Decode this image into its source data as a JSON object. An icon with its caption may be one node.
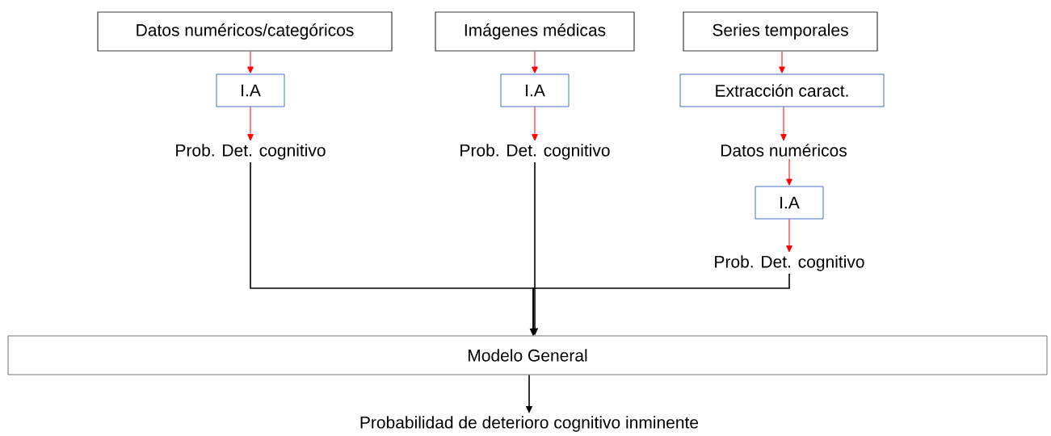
{
  "diagram": {
    "nodes": [
      {
        "text": [
          "Datos numéricos/categóricos"
        ]
      },
      {
        "text": [
          "I.A"
        ]
      },
      {
        "text": [
          "Prob. Det. cognitivo"
        ]
      },
      {
        "text": [
          "Imágenes médicas"
        ]
      },
      {
        "text": [
          "I.A"
        ]
      },
      {
        "text": [
          "Prob. Det. cognitivo"
        ]
      },
      {
        "text": [
          "Series temporales"
        ]
      },
      {
        "text": [
          "Extracción caract."
        ]
      },
      {
        "text": [
          "Datos numéricos"
        ]
      },
      {
        "text": [
          "I.A"
        ]
      },
      {
        "text": [
          "Prob. Det. cognitivo"
        ]
      },
      {
        "text": [
          "Modelo General"
        ]
      },
      {
        "text": [
          "Probabilidad de deterioro cognitivo inminente"
        ]
      }
    ],
    "edges": [
      {
        "from": 0,
        "to": 1,
        "arrow": "to"
      },
      {
        "from": 1,
        "to": 2,
        "arrow": "to"
      },
      {
        "from": 3,
        "to": 4,
        "arrow": "to"
      },
      {
        "from": 4,
        "to": 5,
        "arrow": "to"
      },
      {
        "from": 6,
        "to": 7,
        "arrow": "to"
      },
      {
        "from": 7,
        "to": 8,
        "arrow": "to"
      },
      {
        "from": 8,
        "to": 9,
        "arrow": "to"
      },
      {
        "from": 9,
        "to": 10,
        "arrow": "to"
      },
      {
        "from": 2,
        "to": 11,
        "arrow": "to",
        "color": "#000000"
      },
      {
        "from": 5,
        "to": 11,
        "arrow": "to",
        "color": "#000000"
      },
      {
        "from": 10,
        "to": 11,
        "arrow": "to",
        "color": "#000000"
      },
      {
        "from": 11,
        "to": 12,
        "arrow": "to",
        "color": "#000000"
      }
    ]
  }
}
